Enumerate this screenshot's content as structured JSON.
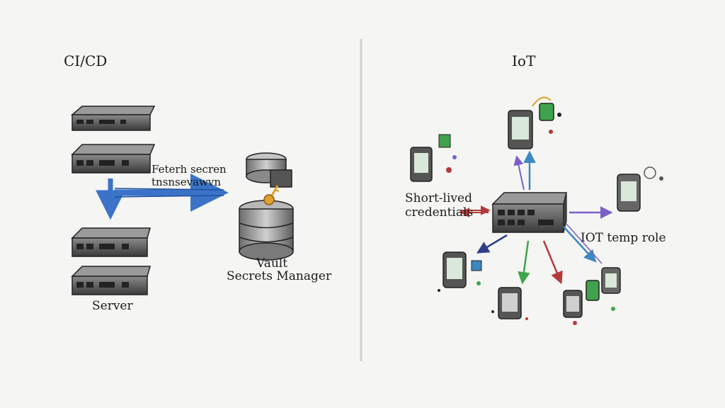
{
  "panels": {
    "left_title": "CI/CD",
    "right_title": "IoT"
  },
  "left": {
    "fetch_line1": "Feterh secren",
    "fetch_line2": "tnsnsevawvn",
    "vault_line1": "Vault",
    "vault_line2": "Secrets Manager",
    "server_label": "Server"
  },
  "right": {
    "cred_line1": "Short-lived",
    "cred_line2": "credentials",
    "role_label": "IOT temp role"
  },
  "colors": {
    "background": "#f5f5f3",
    "arrow_blue": "#3b73c9",
    "ink": "#222222",
    "device_green": "#3fa34d",
    "accent_red": "#b33a3a",
    "accent_purple": "#7b5fc9"
  },
  "icons": [
    "server-rack-icon",
    "vault-database-icon",
    "key-icon",
    "iot-device-icon",
    "gateway-hub-icon"
  ]
}
